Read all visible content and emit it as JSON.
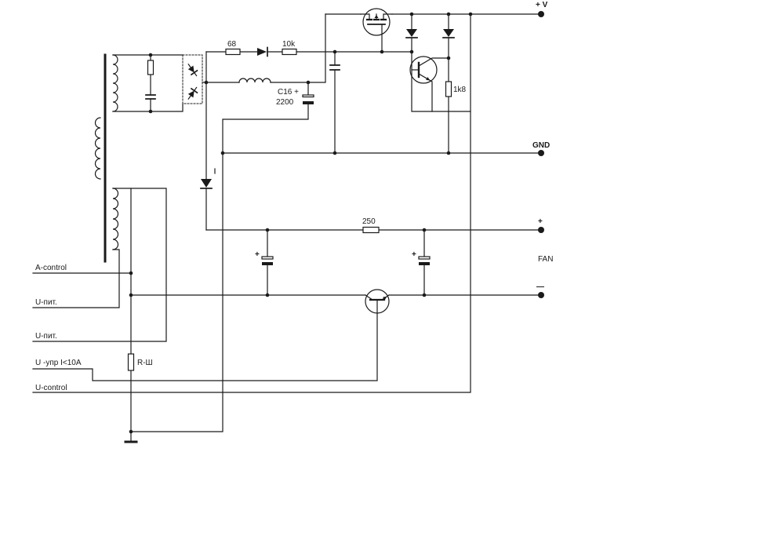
{
  "labels": {
    "supply_pos": "+ V",
    "r68": "68",
    "r10k": "10k",
    "c16": "C16 +",
    "c16_value": "2200",
    "r1k8": "1k8",
    "gnd": "GND",
    "r250": "250",
    "fan_pos": "+",
    "fan": "FAN",
    "fan_neg": "—",
    "cap_left_plus": "+",
    "cap_right_plus": "+",
    "a_control": "A-control",
    "u_pit_1": "U-пит.",
    "u_pit_2": "U-пит.",
    "u_upr": "U -упр I<10A",
    "r_shunt": "R-Ш",
    "u_control": "U-control"
  },
  "colors": {
    "ink": "#1a1a1a",
    "background": "#ffffff"
  }
}
